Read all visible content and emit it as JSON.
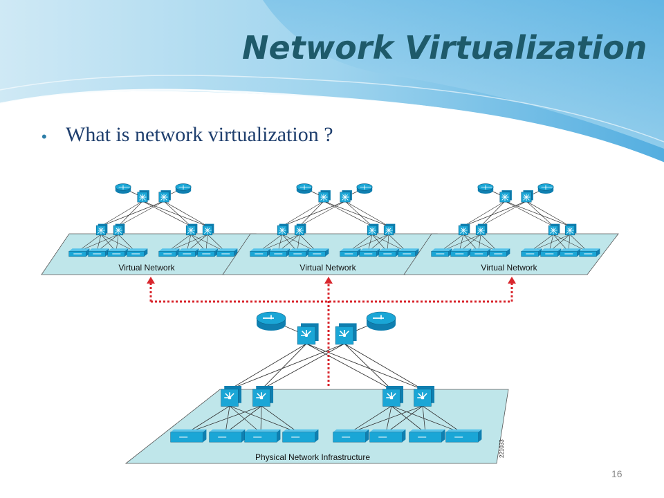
{
  "slide": {
    "title": "Network Virtualization",
    "bullet": "What is network virtualization ?",
    "slide_number": "16"
  },
  "diagram": {
    "virtual_network_label": "Virtual Network",
    "physical_label": "Physical Network Infrastructure",
    "figure_code": "221033",
    "colors": {
      "plane_fill": "#bfe6ea",
      "device_fill": "#1aa6d6",
      "device_dark": "#0f7fb0",
      "arrow": "#d8262d"
    }
  }
}
